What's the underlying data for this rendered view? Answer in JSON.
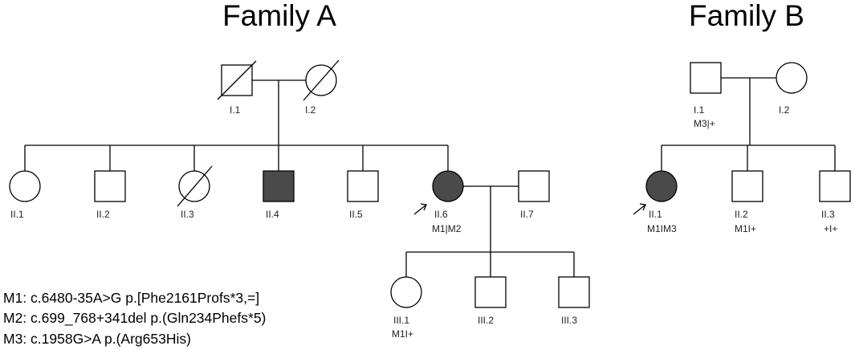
{
  "colors": {
    "affected": "#4a4a4a",
    "unaffected": "#ffffff",
    "line": "#000000"
  },
  "families": {
    "a": {
      "title": "Family A",
      "individuals": {
        "i1": {
          "id": "I.1",
          "sex": "male",
          "affected": false,
          "deceased": true,
          "genotype": ""
        },
        "i2": {
          "id": "I.2",
          "sex": "female",
          "affected": false,
          "deceased": true,
          "genotype": ""
        },
        "ii1": {
          "id": "II.1",
          "sex": "female",
          "affected": false,
          "deceased": false,
          "genotype": ""
        },
        "ii2": {
          "id": "II.2",
          "sex": "male",
          "affected": false,
          "deceased": false,
          "genotype": ""
        },
        "ii3": {
          "id": "II.3",
          "sex": "female",
          "affected": false,
          "deceased": true,
          "genotype": ""
        },
        "ii4": {
          "id": "II.4",
          "sex": "male",
          "affected": true,
          "deceased": false,
          "genotype": ""
        },
        "ii5": {
          "id": "II.5",
          "sex": "male",
          "affected": false,
          "deceased": false,
          "genotype": ""
        },
        "ii6": {
          "id": "II.6",
          "sex": "female",
          "affected": true,
          "deceased": false,
          "proband": true,
          "genotype": "M1|M2"
        },
        "ii7": {
          "id": "II.7",
          "sex": "male",
          "affected": false,
          "deceased": false,
          "genotype": ""
        },
        "iii1": {
          "id": "III.1",
          "sex": "female",
          "affected": false,
          "deceased": false,
          "genotype": "M1I+"
        },
        "iii2": {
          "id": "III.2",
          "sex": "male",
          "affected": false,
          "deceased": false,
          "genotype": ""
        },
        "iii3": {
          "id": "III.3",
          "sex": "male",
          "affected": false,
          "deceased": false,
          "genotype": ""
        }
      }
    },
    "b": {
      "title": "Family B",
      "individuals": {
        "i1": {
          "id": "I.1",
          "sex": "male",
          "affected": false,
          "deceased": false,
          "genotype": "M3|+"
        },
        "i2": {
          "id": "I.2",
          "sex": "female",
          "affected": false,
          "deceased": false,
          "genotype": ""
        },
        "ii1": {
          "id": "II.1",
          "sex": "female",
          "affected": true,
          "deceased": false,
          "proband": true,
          "genotype": "M1IM3"
        },
        "ii2": {
          "id": "II.2",
          "sex": "male",
          "affected": false,
          "deceased": false,
          "genotype": "M1I+"
        },
        "ii3": {
          "id": "II.3",
          "sex": "male",
          "affected": false,
          "deceased": false,
          "genotype": "+I+"
        }
      }
    }
  },
  "legend": {
    "m1": "M1: c.6480-35A>G p.[Phe2161Profs*3,=]",
    "m2": "M2: c.699_768+341del p.(Gln234Phefs*5)",
    "m3": "M3: c.1958G>A p.(Arg653His)"
  }
}
